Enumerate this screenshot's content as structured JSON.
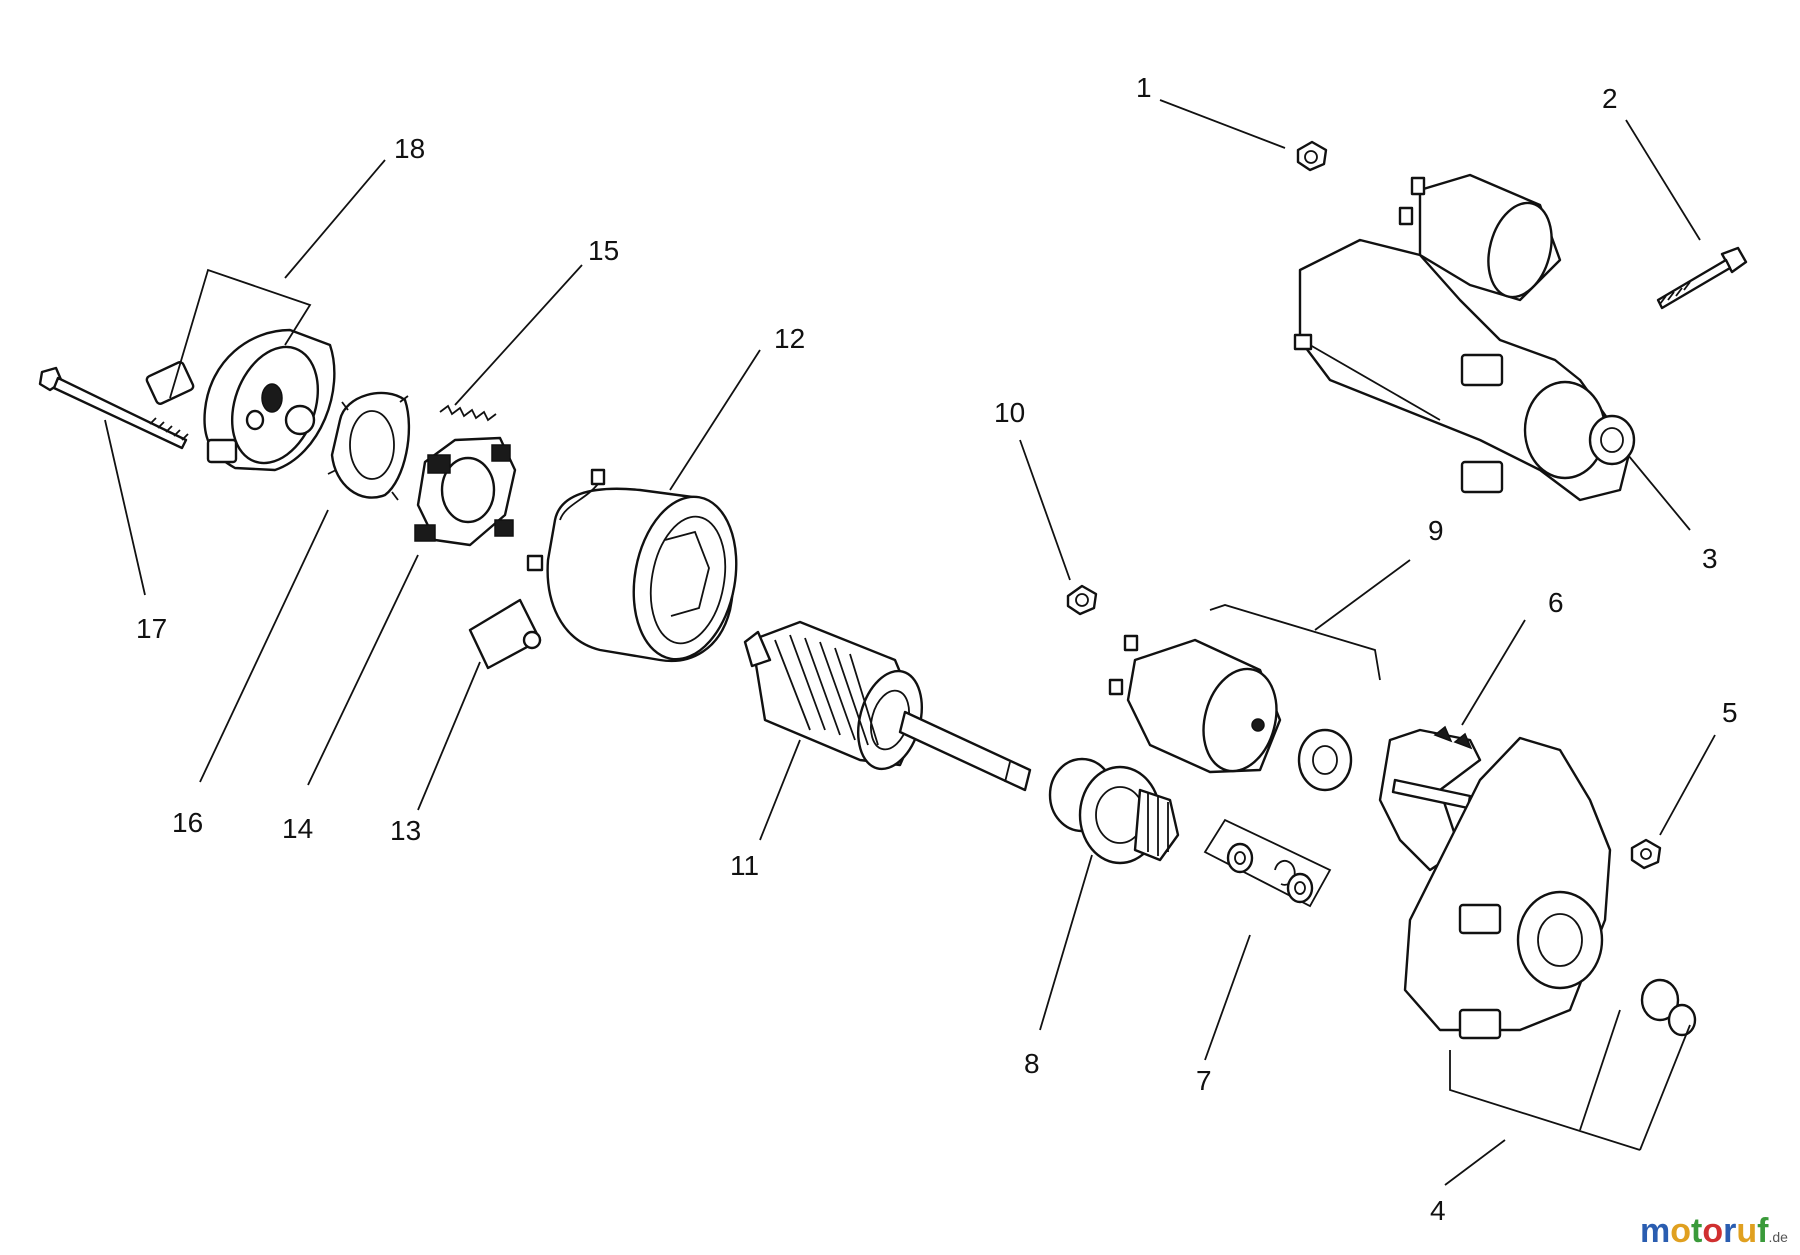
{
  "callouts": [
    "1",
    "2",
    "3",
    "4",
    "5",
    "6",
    "7",
    "8",
    "9",
    "10",
    "11",
    "12",
    "13",
    "14",
    "15",
    "16",
    "17",
    "18"
  ],
  "watermark": {
    "text": "motoruf",
    "suffix": ".de",
    "colors": [
      "#2a5db0",
      "#e0a020",
      "#3a9a3a",
      "#d03030",
      "#2a5db0",
      "#e0a020",
      "#3a9a3a"
    ]
  }
}
